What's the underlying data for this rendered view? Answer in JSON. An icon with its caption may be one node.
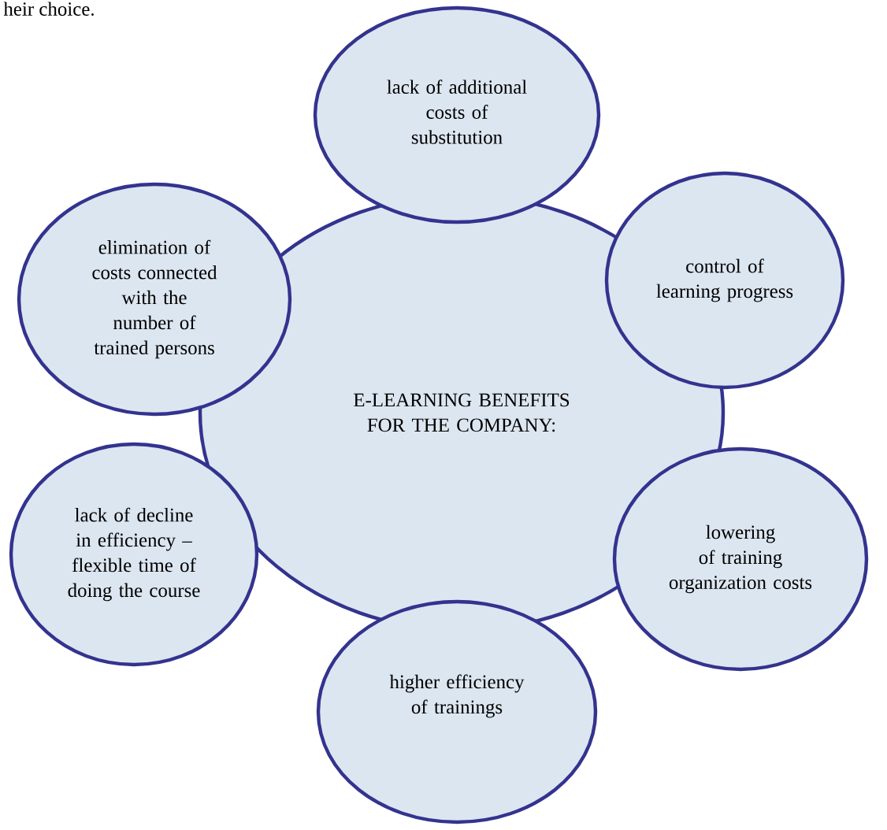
{
  "diagram": {
    "nodes": [
      {
        "text": [
          "lack of additional costs of substitution"
        ]
      },
      {
        "text": [
          "elimination of costs connected with the number of trained persons"
        ]
      },
      {
        "text": [
          "control of learning progress"
        ]
      },
      {
        "text": [
          "E-LEARNING BENEFITS FOR THE COMPANY:"
        ]
      },
      {
        "text": [
          "lack of decline in efficiency – flexible time of doing the course"
        ]
      },
      {
        "text": [
          "lowering of training organization costs"
        ]
      },
      {
        "text": [
          "higher efficiency of trainings"
        ]
      }
    ],
    "edges": [],
    "labels": [
      "heir choice."
    ]
  }
}
